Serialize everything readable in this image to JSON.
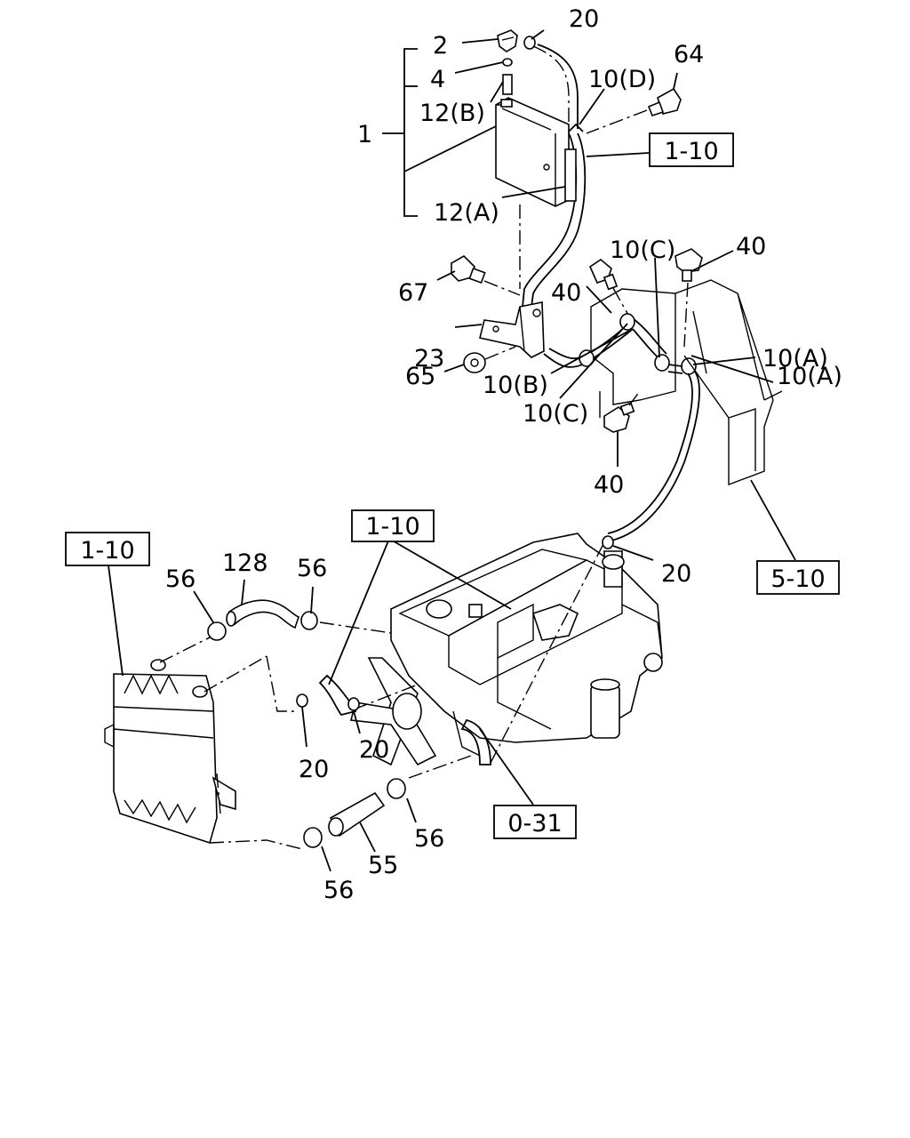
{
  "callouts": {
    "c_2": "2",
    "c_4": "4",
    "c_12b": "12(B)",
    "c_1": "1",
    "c_12a": "12(A)",
    "c_20_top": "20",
    "c_10d": "10(D)",
    "c_64": "64",
    "c_10c_top": "10(C)",
    "c_40_right": "40",
    "c_67": "67",
    "c_40_mid": "40",
    "c_23": "23",
    "c_65": "65",
    "c_10b": "10(B)",
    "c_10c_bottom": "10(C)",
    "c_10a_1": "10(A)",
    "c_10a_2": "10(A)",
    "c_40_bottom": "40",
    "c_20_mid": "20",
    "c_56_a": "56",
    "c_128": "128",
    "c_56_b": "56",
    "c_20_left": "20",
    "c_20_center": "20",
    "c_56_c": "56",
    "c_55": "55",
    "c_56_d": "56"
  },
  "references": {
    "ref_1_10_top": "1-10",
    "ref_1_10_mid": "1-10",
    "ref_1_10_left": "1-10",
    "ref_5_10": "5-10",
    "ref_0_31": "0-31"
  }
}
